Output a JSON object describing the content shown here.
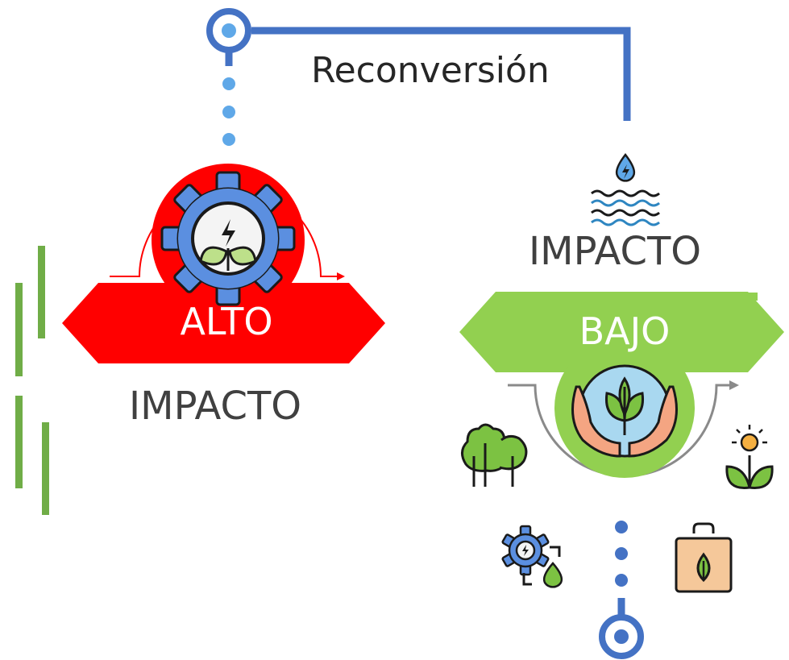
{
  "diagram": {
    "title": "Reconversión",
    "left_block": {
      "badge_label": "ALTO",
      "caption": "IMPACTO"
    },
    "right_block": {
      "caption": "IMPACTO",
      "badge_label": "BAJO"
    }
  },
  "colors": {
    "connector_blue": "#4472c4",
    "dot_blue": "#5fa8e8",
    "high_red": "#ff0000",
    "low_green": "#92d050",
    "accent_green": "#70ad47"
  },
  "icons": [
    "gear-energy-plant-icon",
    "water-energy-icon",
    "hands-plant-globe-icon",
    "trees-icon",
    "sun-sprout-icon",
    "gear-drop-cycle-icon",
    "eco-bag-icon"
  ]
}
